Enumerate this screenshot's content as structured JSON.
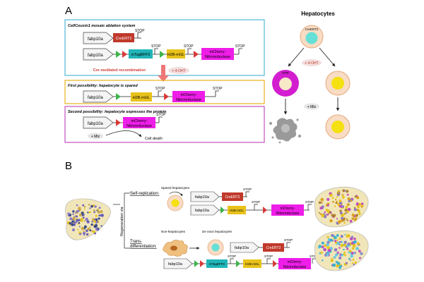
{
  "panel_a": {
    "letter": "A",
    "box1_title": "CellCousin1 mosaic ablation system",
    "recombination_label": "Cre mediated recombination",
    "ohtlabel": "+ 4-OHT",
    "box2_title": "First possibility: hepatocyte is spared",
    "box3_title": "Second possibility: hepatocyte expresses the protein",
    "mtz_label": "+ Mtz",
    "cell_death_label": "Cell death"
  },
  "genes": {
    "fabp10a": "fabp10a",
    "creert2": "CreERT2",
    "mtagbfp2": "mTagBFP2",
    "h2bmgl": "H2B-mGL",
    "mcherry_line1": "mCherry-",
    "mcherry_line2": "Nitroreductase",
    "stop": "STOP"
  },
  "hepatocytes": {
    "title": "Hepatocytes",
    "creert2_label": "CreERT2",
    "ohtlabel": "+ 4-OHT",
    "ntr_label": "NTR",
    "mtz_label": "+ Mtz"
  },
  "panel_b": {
    "letter": "B",
    "regeneration_label": "Regeneration via",
    "self_replication": "Self-replication:",
    "spared_hepatocytes": "Spared hepatocytes",
    "trans_differentiation_line1": "Trans-",
    "trans_differentiation_line2": "differentiation:",
    "non_hepatocytes": "Non-hepatocytes",
    "de_novo_hepatocytes": "De novo hepatocytes"
  },
  "colors": {
    "creert2": "#c0392b",
    "mtagbfp2": "#21b5b8",
    "h2bmgl": "#e8c21a",
    "mcherry": "#ee1ee8",
    "green_loxp": "#3db54a",
    "red_loxp": "#d83a3a",
    "box1_border": "#4fb8d6",
    "box2_border": "#e8b21a",
    "box3_border": "#c14fbf"
  }
}
